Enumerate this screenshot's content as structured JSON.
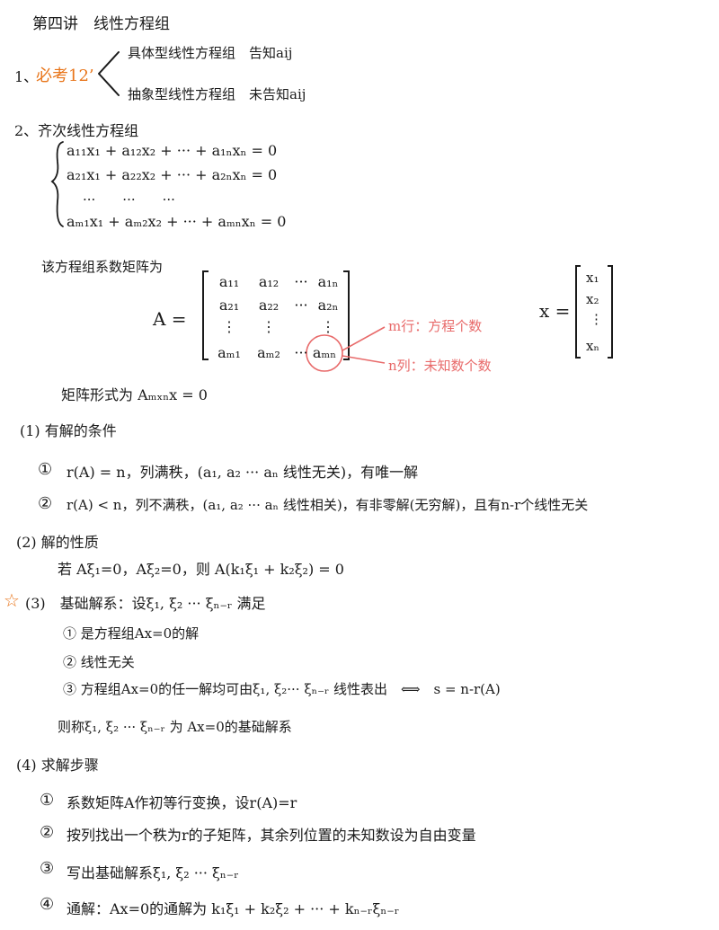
{
  "title": "第四讲　线性方程组",
  "s1": {
    "num": "1、",
    "label": "必考12’",
    "concrete": "具体型线性方程组　告知aij",
    "abstract": "抽象型线性方程组　未告知aij"
  },
  "s2": {
    "head": "2、齐次线性方程组",
    "eq1": "a₁₁x₁ + a₁₂x₂ + ··· + a₁ₙxₙ = 0",
    "eq2": "a₂₁x₁ + a₂₂x₂ + ··· + a₂ₙxₙ = 0",
    "dots": "···　　···　　···",
    "eqm": "aₘ₁x₁ + aₘ₂x₂ + ··· + aₘₙxₙ = 0"
  },
  "coef": {
    "label": "该方程组系数矩阵为",
    "A_eq": "A =",
    "rows": [
      [
        "a₁₁",
        "a₁₂",
        "···",
        "a₁ₙ"
      ],
      [
        "a₂₁",
        "a₂₂",
        "···",
        "a₂ₙ"
      ],
      [
        "⋮",
        "⋮",
        "",
        "⋮"
      ],
      [
        "aₘ₁",
        "aₘ₂",
        "···",
        "aₘₙ"
      ]
    ],
    "m_note": "m行：方程个数",
    "n_note": "n列：未知数个数",
    "x_eq": "x =",
    "x_vec": [
      "x₁",
      "x₂",
      "⋮",
      "xₙ"
    ],
    "matrix_form": "矩阵形式为 Aₘₓₙx = 0"
  },
  "cond": {
    "head": "(1) 有解的条件",
    "c1_num": "①",
    "c1": "r(A) = n，列满秩，(a₁, a₂ ··· aₙ 线性无关)，有唯一解",
    "c2_num": "②",
    "c2": "r(A) < n，列不满秩，(a₁, a₂ ··· aₙ 线性相关)，有非零解(无穷解)，且有n-r个线性无关"
  },
  "prop": {
    "head": "(2) 解的性质",
    "text": "若 Aξ₁=0，Aξ₂=0，则 A(k₁ξ₁ + k₂ξ₂) = 0"
  },
  "basis": {
    "star": "☆",
    "head": "(3)　基础解系：设ξ₁, ξ₂ ··· ξₙ₋ᵣ 满足",
    "i1": "① 是方程组Ax=0的解",
    "i2": "② 线性无关",
    "i3": "③ 方程组Ax=0的任一解均可由ξ₁, ξ₂··· ξₙ₋ᵣ 线性表出　⟺　s = n-r(A)",
    "concl": "则称ξ₁, ξ₂ ··· ξₙ₋ᵣ 为 Ax=0的基础解系"
  },
  "steps": {
    "head": "(4) 求解步骤",
    "s1_num": "①",
    "s1": "系数矩阵A作初等行变换，设r(A)=r",
    "s2_num": "②",
    "s2": "按列找出一个秩为r的子矩阵，其余列位置的未知数设为自由变量",
    "s3_num": "③",
    "s3": "写出基础解系ξ₁, ξ₂ ··· ξₙ₋ᵣ",
    "s4_num": "④",
    "s4": "通解：Ax=0的通解为 k₁ξ₁ + k₂ξ₂ + ··· + kₙ₋ᵣξₙ₋ᵣ"
  },
  "colors": {
    "ink": "#1a1a1a",
    "orange": "#e8751a",
    "red": "#e86a6a"
  }
}
